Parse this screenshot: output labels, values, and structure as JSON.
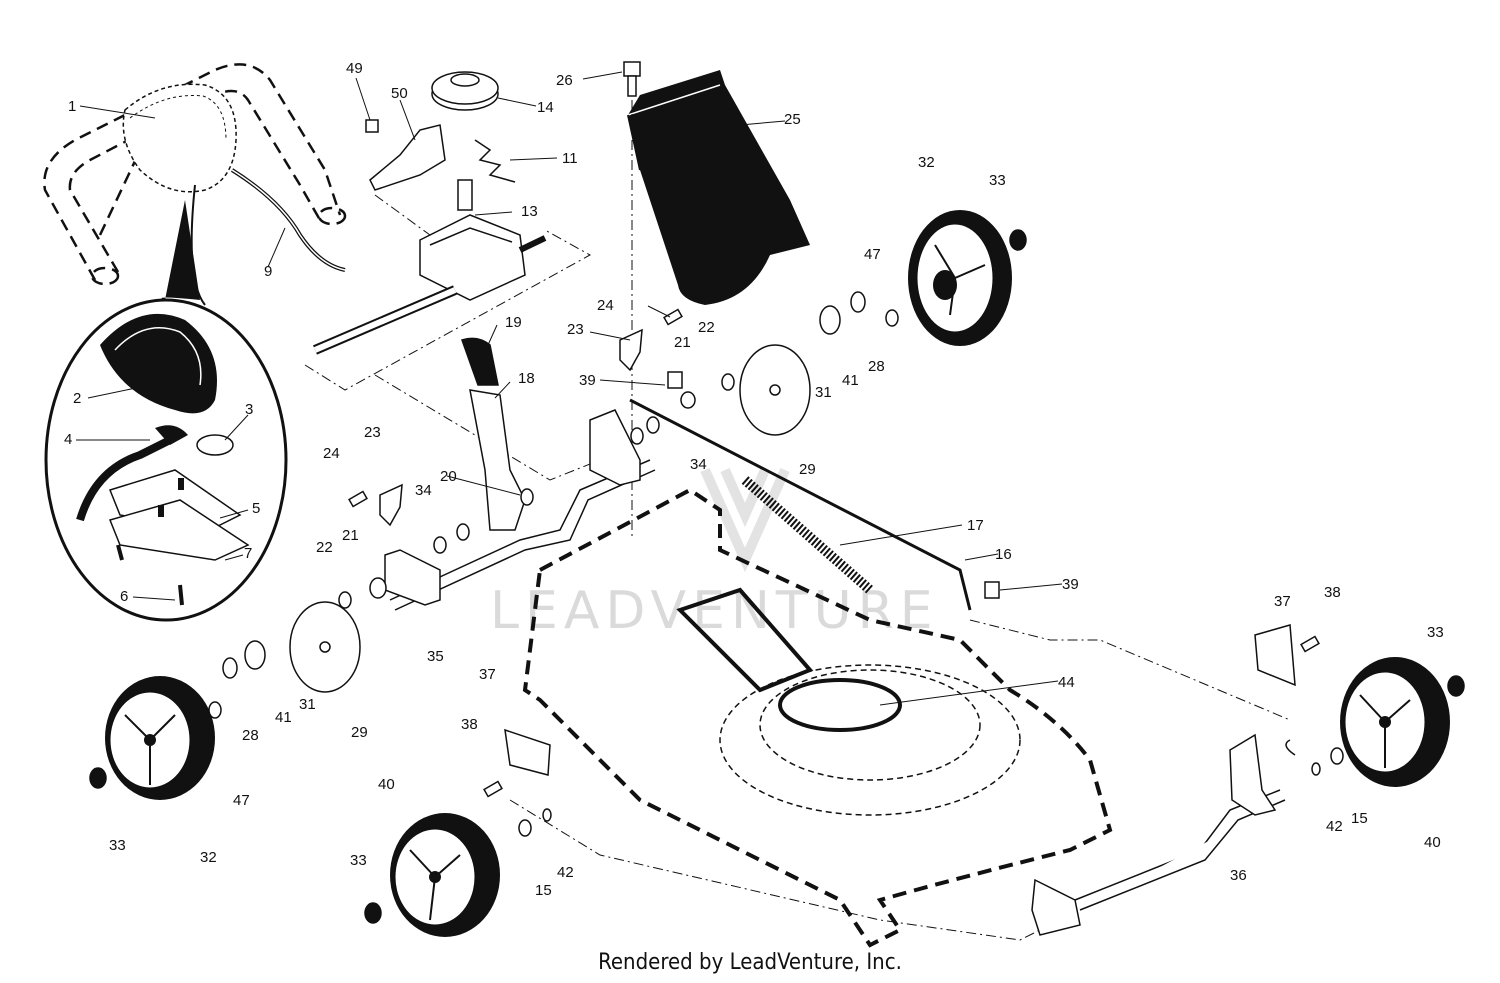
{
  "watermark": "LEADVENTURE",
  "footer": "Rendered by LeadVenture, Inc.",
  "callouts": [
    {
      "id": "c1",
      "text": "1"
    },
    {
      "id": "c2",
      "text": "2"
    },
    {
      "id": "c3",
      "text": "3"
    },
    {
      "id": "c4",
      "text": "4"
    },
    {
      "id": "c5",
      "text": "5"
    },
    {
      "id": "c6",
      "text": "6"
    },
    {
      "id": "c7",
      "text": "7"
    },
    {
      "id": "c9",
      "text": "9"
    },
    {
      "id": "c11",
      "text": "11"
    },
    {
      "id": "c13",
      "text": "13"
    },
    {
      "id": "c14",
      "text": "14"
    },
    {
      "id": "c16",
      "text": "16"
    },
    {
      "id": "c17",
      "text": "17"
    },
    {
      "id": "c18",
      "text": "18"
    },
    {
      "id": "c19",
      "text": "19"
    },
    {
      "id": "c20",
      "text": "20"
    },
    {
      "id": "c21a",
      "text": "21"
    },
    {
      "id": "c21b",
      "text": "21"
    },
    {
      "id": "c22a",
      "text": "22"
    },
    {
      "id": "c22b",
      "text": "22"
    },
    {
      "id": "c23a",
      "text": "23"
    },
    {
      "id": "c23b",
      "text": "23"
    },
    {
      "id": "c24a",
      "text": "24"
    },
    {
      "id": "c24b",
      "text": "24"
    },
    {
      "id": "c25",
      "text": "25"
    },
    {
      "id": "c26",
      "text": "26"
    },
    {
      "id": "c28a",
      "text": "28"
    },
    {
      "id": "c28b",
      "text": "28"
    },
    {
      "id": "c29a",
      "text": "29"
    },
    {
      "id": "c29b",
      "text": "29"
    },
    {
      "id": "c31a",
      "text": "31"
    },
    {
      "id": "c31b",
      "text": "31"
    },
    {
      "id": "c32a",
      "text": "32"
    },
    {
      "id": "c32b",
      "text": "32"
    },
    {
      "id": "c33a",
      "text": "33"
    },
    {
      "id": "c33b",
      "text": "33"
    },
    {
      "id": "c33c",
      "text": "33"
    },
    {
      "id": "c33d",
      "text": "33"
    },
    {
      "id": "c34a",
      "text": "34"
    },
    {
      "id": "c34b",
      "text": "34"
    },
    {
      "id": "c35",
      "text": "35"
    },
    {
      "id": "c36",
      "text": "36"
    },
    {
      "id": "c37a",
      "text": "37"
    },
    {
      "id": "c37b",
      "text": "37"
    },
    {
      "id": "c38a",
      "text": "38"
    },
    {
      "id": "c38b",
      "text": "38"
    },
    {
      "id": "c39a",
      "text": "39"
    },
    {
      "id": "c39b",
      "text": "39"
    },
    {
      "id": "c40a",
      "text": "40"
    },
    {
      "id": "c40b",
      "text": "40"
    },
    {
      "id": "c41a",
      "text": "41"
    },
    {
      "id": "c41b",
      "text": "41"
    },
    {
      "id": "c42a",
      "text": "42"
    },
    {
      "id": "c42b",
      "text": "42"
    },
    {
      "id": "c44",
      "text": "44"
    },
    {
      "id": "c47a",
      "text": "47"
    },
    {
      "id": "c47b",
      "text": "47"
    },
    {
      "id": "c49",
      "text": "49"
    },
    {
      "id": "c50",
      "text": "50"
    },
    {
      "id": "c15a",
      "text": "15"
    },
    {
      "id": "c15b",
      "text": "15"
    }
  ]
}
